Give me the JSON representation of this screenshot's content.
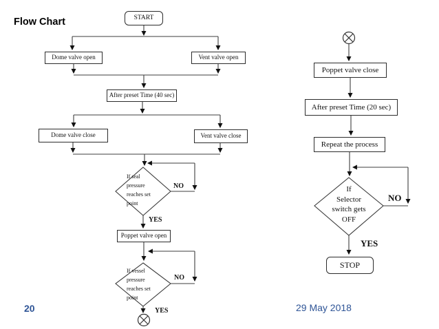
{
  "slide": {
    "title": "Flow Chart",
    "page_number": "20",
    "date": "29 May 2018",
    "accent_color": "#2E5496"
  },
  "icons": {
    "off_page_connector": "circle-x"
  },
  "left_chart": {
    "start": "START",
    "dome_open": "Dome valve open",
    "vent_open": "Vent valve open",
    "preset_40": "After preset Time (40 sec)",
    "dome_close": "Dome valve close",
    "vent_close": "Vent valve close",
    "seal_decision": "If seal\npressure\nreaches set\npoint",
    "seal_no": "NO",
    "seal_yes": "YES",
    "poppet_open": "Poppet valve open",
    "vessel_decision": "If vessel\npressure\nreaches set\npoint",
    "vessel_no": "NO",
    "vessel_yes": "YES"
  },
  "right_chart": {
    "poppet_close": "Poppet valve close",
    "preset_20": "After preset Time (20 sec)",
    "repeat": "Repeat the process",
    "selector_decision": "If\nSelector\nswitch gets\nOFF",
    "selector_no": "NO",
    "selector_yes": "YES",
    "stop": "STOP"
  }
}
